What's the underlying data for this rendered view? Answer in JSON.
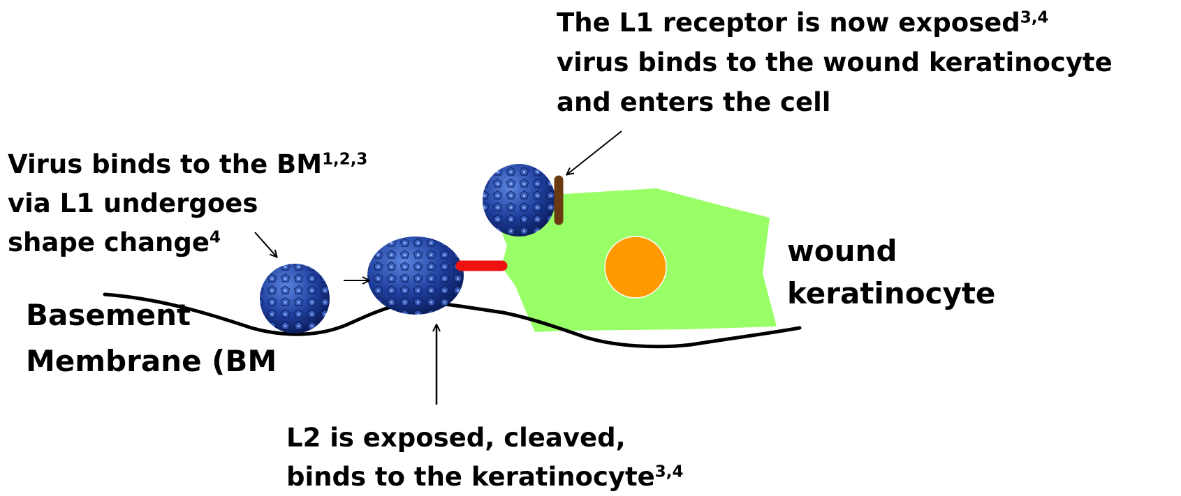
{
  "labels": {
    "l1_receptor": {
      "line1": "The L1 receptor is now exposed",
      "line1_sup": "3,4",
      "line2": "virus binds to the wound keratinocyte",
      "line3": "and enters the cell"
    },
    "virus_binds_bm": {
      "line1": "Virus binds to the BM",
      "line1_sup": "1,2,3",
      "line2": "via L1 undergoes",
      "line3": "shape change",
      "line3_sup": "4"
    },
    "basement_membrane": {
      "line1": "Basement",
      "line2": "Membrane (BM"
    },
    "wound_keratinocyte": {
      "line1": "wound",
      "line2": "keratinocyte"
    },
    "l2_exposed": {
      "line1": "L2 is exposed, cleaved,",
      "line2": "binds to the keratinocyte",
      "line2_sup": "3,4"
    }
  },
  "colors": {
    "virus": "#1f3f9e",
    "virus_dark": "#0b1d5c",
    "virus_light": "#5c86e0",
    "keratinocyte": "#99ff66",
    "nucleus": "#ff9900",
    "l2_marker": "#ee1111",
    "l1_receptor": "#6b3a12",
    "membrane": "#000000"
  },
  "icons": [
    "virus-particle",
    "arrow"
  ]
}
